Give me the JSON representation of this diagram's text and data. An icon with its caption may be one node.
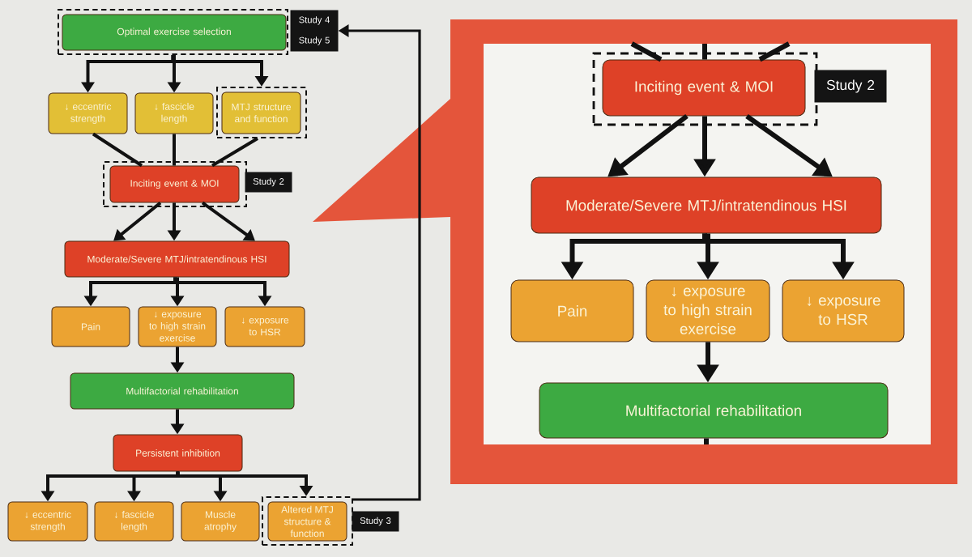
{
  "diagram": {
    "nodes": [
      {
        "text": [],
        "shape": "box"
      },
      {
        "text": [
          "Optimal exercise selection"
        ],
        "in": 0
      },
      {
        "text": [
          "Study 4",
          "Study 5"
        ]
      },
      {
        "text": [
          "↓ eccentric strength"
        ]
      },
      {
        "text": [
          "↓ fascicle length"
        ]
      },
      {
        "text": [],
        "shape": "box"
      },
      {
        "text": [
          "MTJ structure and function"
        ],
        "in": 5
      },
      {
        "text": [],
        "shape": "box"
      },
      {
        "text": [
          "Inciting event & MOI"
        ],
        "in": 7
      },
      {
        "text": [
          "Study 2"
        ]
      },
      {
        "text": [
          "Moderate/Severe MTJ/intratendinous HSI"
        ]
      },
      {
        "text": [
          "Pain"
        ]
      },
      {
        "text": [
          "↓ exposure to high strain exercise"
        ]
      },
      {
        "text": [
          "↓ exposure to HSR"
        ]
      },
      {
        "text": [
          "Multifactorial rehabilitation"
        ]
      },
      {
        "text": [
          "Persistent inhibition"
        ]
      },
      {
        "text": [
          "↓ eccentric strength"
        ]
      },
      {
        "text": [
          "↓ fascicle length"
        ]
      },
      {
        "text": [
          "Muscle atrophy"
        ]
      },
      {
        "text": [],
        "shape": "box"
      },
      {
        "text": [
          "Altered MTJ structure & function"
        ],
        "in": 19
      },
      {
        "text": [
          "Study 3"
        ]
      },
      {
        "text": [],
        "shape": "callout"
      },
      {
        "text": [],
        "shape": "box",
        "in": 22
      },
      {
        "text": [
          "Inciting event & MOI"
        ],
        "in": 23
      },
      {
        "text": [
          "Study 2"
        ],
        "in": 22
      },
      {
        "text": [
          "Moderate/Severe MTJ/intratendinous HSI"
        ],
        "in": 22
      },
      {
        "text": [
          "Pain"
        ],
        "in": 22
      },
      {
        "text": [
          "↓ exposure to high strain exercise"
        ],
        "in": 22
      },
      {
        "text": [
          "↓ exposure to HSR"
        ],
        "in": 22
      },
      {
        "text": [
          "Multifactorial rehabilitation"
        ],
        "in": 22
      }
    ],
    "edges": [
      {
        "from": 0,
        "to": 3,
        "arrow": "to"
      },
      {
        "from": 0,
        "to": 4,
        "arrow": "to"
      },
      {
        "from": 0,
        "to": 5,
        "arrow": "to"
      },
      {
        "from": 3,
        "to": 8,
        "arrow": "none"
      },
      {
        "from": 4,
        "to": 8,
        "arrow": "none"
      },
      {
        "from": 5,
        "to": 8,
        "arrow": "none"
      },
      {
        "from": 8,
        "to": 10,
        "arrow": "to"
      },
      {
        "from": 8,
        "to": 10,
        "arrow": "to"
      },
      {
        "from": 8,
        "to": 10,
        "arrow": "to"
      },
      {
        "from": 10,
        "to": 11,
        "arrow": "to"
      },
      {
        "from": 10,
        "to": 12,
        "arrow": "to"
      },
      {
        "from": 10,
        "to": 13,
        "arrow": "to"
      },
      {
        "from": 12,
        "to": 14,
        "arrow": "to"
      },
      {
        "from": 14,
        "to": 15,
        "arrow": "to"
      },
      {
        "from": 15,
        "to": 16,
        "arrow": "to"
      },
      {
        "from": 15,
        "to": 17,
        "arrow": "to"
      },
      {
        "from": 15,
        "to": 18,
        "arrow": "to"
      },
      {
        "from": 15,
        "to": 19,
        "arrow": "to"
      },
      {
        "from": 19,
        "to": 2,
        "arrow": "to"
      },
      {
        "from": null,
        "to": 24,
        "arrow": "none"
      },
      {
        "from": null,
        "to": 24,
        "arrow": "none"
      },
      {
        "from": null,
        "to": 24,
        "arrow": "none"
      },
      {
        "from": 24,
        "to": 26,
        "arrow": "to"
      },
      {
        "from": 24,
        "to": 26,
        "arrow": "to"
      },
      {
        "from": 24,
        "to": 26,
        "arrow": "to"
      },
      {
        "from": 26,
        "to": 27,
        "arrow": "to"
      },
      {
        "from": 26,
        "to": 28,
        "arrow": "to"
      },
      {
        "from": 26,
        "to": 29,
        "arrow": "to"
      },
      {
        "from": 28,
        "to": 30,
        "arrow": "to"
      },
      {
        "from": 30,
        "to": null,
        "arrow": "none"
      }
    ]
  }
}
